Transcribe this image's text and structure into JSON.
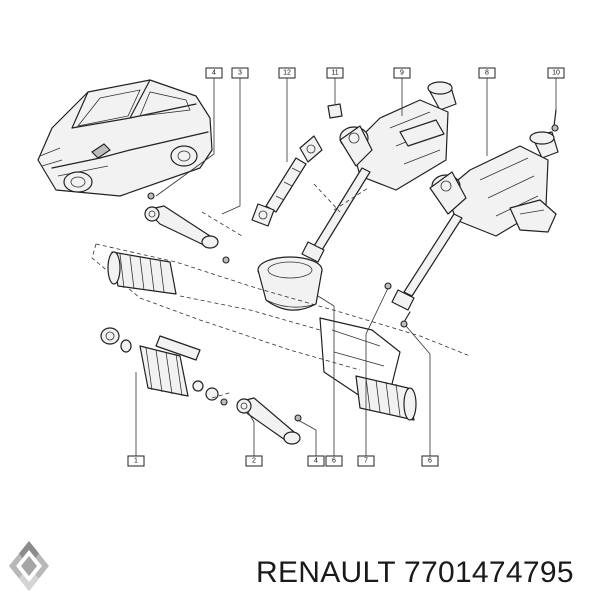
{
  "diagram": {
    "callouts": {
      "c4_top": "4",
      "c3_top": "3",
      "c12_top": "12",
      "c11_top": "11",
      "c9_top": "9",
      "c8_top": "8",
      "c10_top": "10",
      "c1_bottom": "1",
      "c2_bottom": "2",
      "c4_bottom": "4",
      "c6_bottom_a": "6",
      "c7_bottom": "7",
      "c6_bottom_b": "6"
    }
  },
  "footer": {
    "caption": "RENAULT 7701474795",
    "logo_icon": "renault-diamond-icon"
  }
}
